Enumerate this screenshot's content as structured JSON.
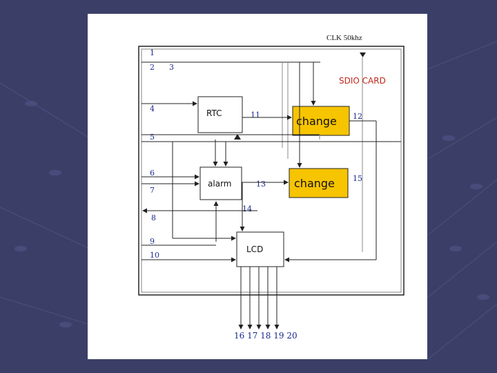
{
  "clock_label": "CLK 50khz",
  "sdio_label": "SDIO CARD",
  "blocks": {
    "rtc": "RTC",
    "alarm": "alarm",
    "lcd": "LCD",
    "change_top": "change",
    "change_bottom": "change"
  },
  "pins_left": [
    "1",
    "2",
    "3",
    "4",
    "5",
    "6",
    "7",
    "8",
    "9",
    "10"
  ],
  "pins_mid": [
    "11",
    "13",
    "14"
  ],
  "pins_right": [
    "12",
    "15"
  ],
  "bus_pins": "16 17 18 19 20",
  "colors": {
    "background": "#3b3f68",
    "panel": "#ffffff",
    "change_fill": "#f7c400",
    "sdio_text": "#c0261b",
    "pin_text": "#1a2a8c"
  }
}
